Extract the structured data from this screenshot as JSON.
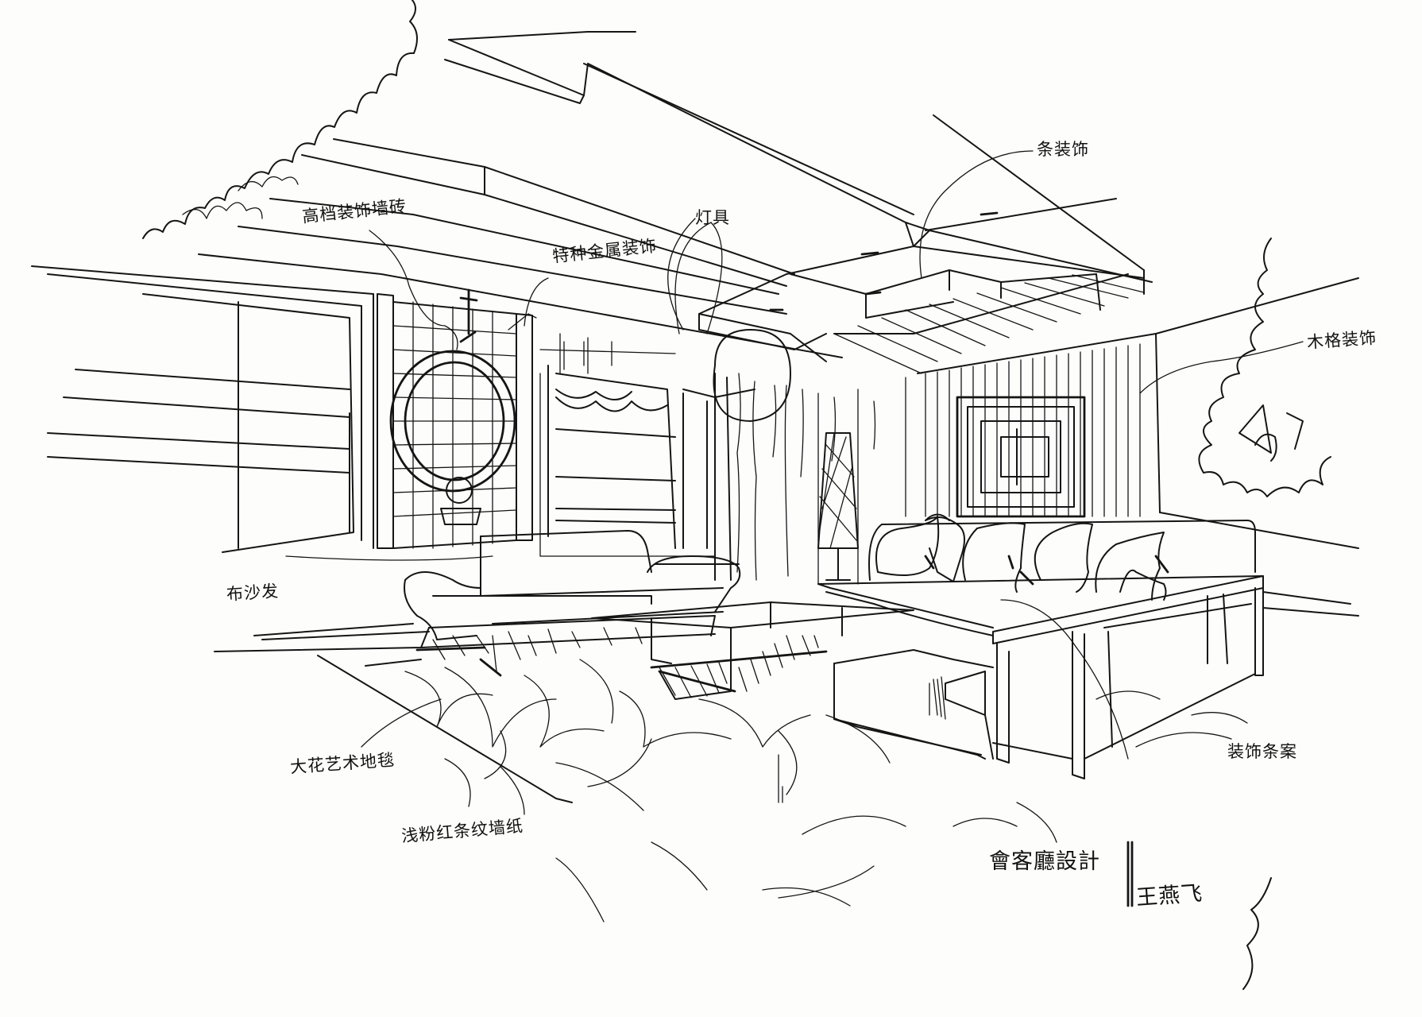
{
  "annotations": {
    "high_end_tile": "高档装饰墙砖",
    "special_metal": "特种金属装饰",
    "light_fixture": "灯具",
    "strip_decor": "条装饰",
    "wood_decor": "木格装饰",
    "fabric_sofa": "布沙发",
    "art_carpet": "大花艺术地毯",
    "pink_wallpaper": "浅粉红条纹墙纸",
    "decor_cabinet": "装饰条案"
  },
  "title": "會客廳設計",
  "signature": "王燕飞",
  "ink_color": "#151515",
  "paper_color": "#fdfdfc"
}
